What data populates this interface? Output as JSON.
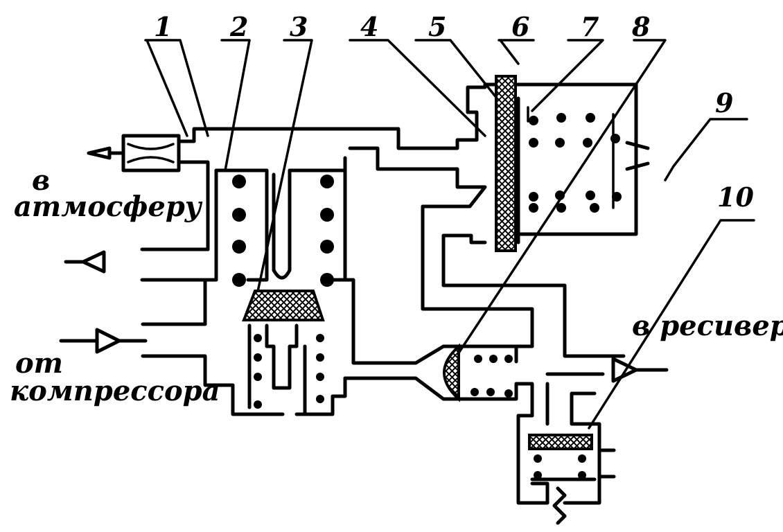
{
  "labels": {
    "atmosphere_line1": "в",
    "atmosphere_line2": "атмосферу",
    "compressor_line1": "от",
    "compressor_line2": "компрессора",
    "receiver": "в ресивер"
  },
  "callouts": [
    "1",
    "2",
    "3",
    "4",
    "5",
    "6",
    "7",
    "8",
    "9",
    "10"
  ],
  "colors": {
    "ink": "#000000",
    "paper": "#ffffff"
  }
}
